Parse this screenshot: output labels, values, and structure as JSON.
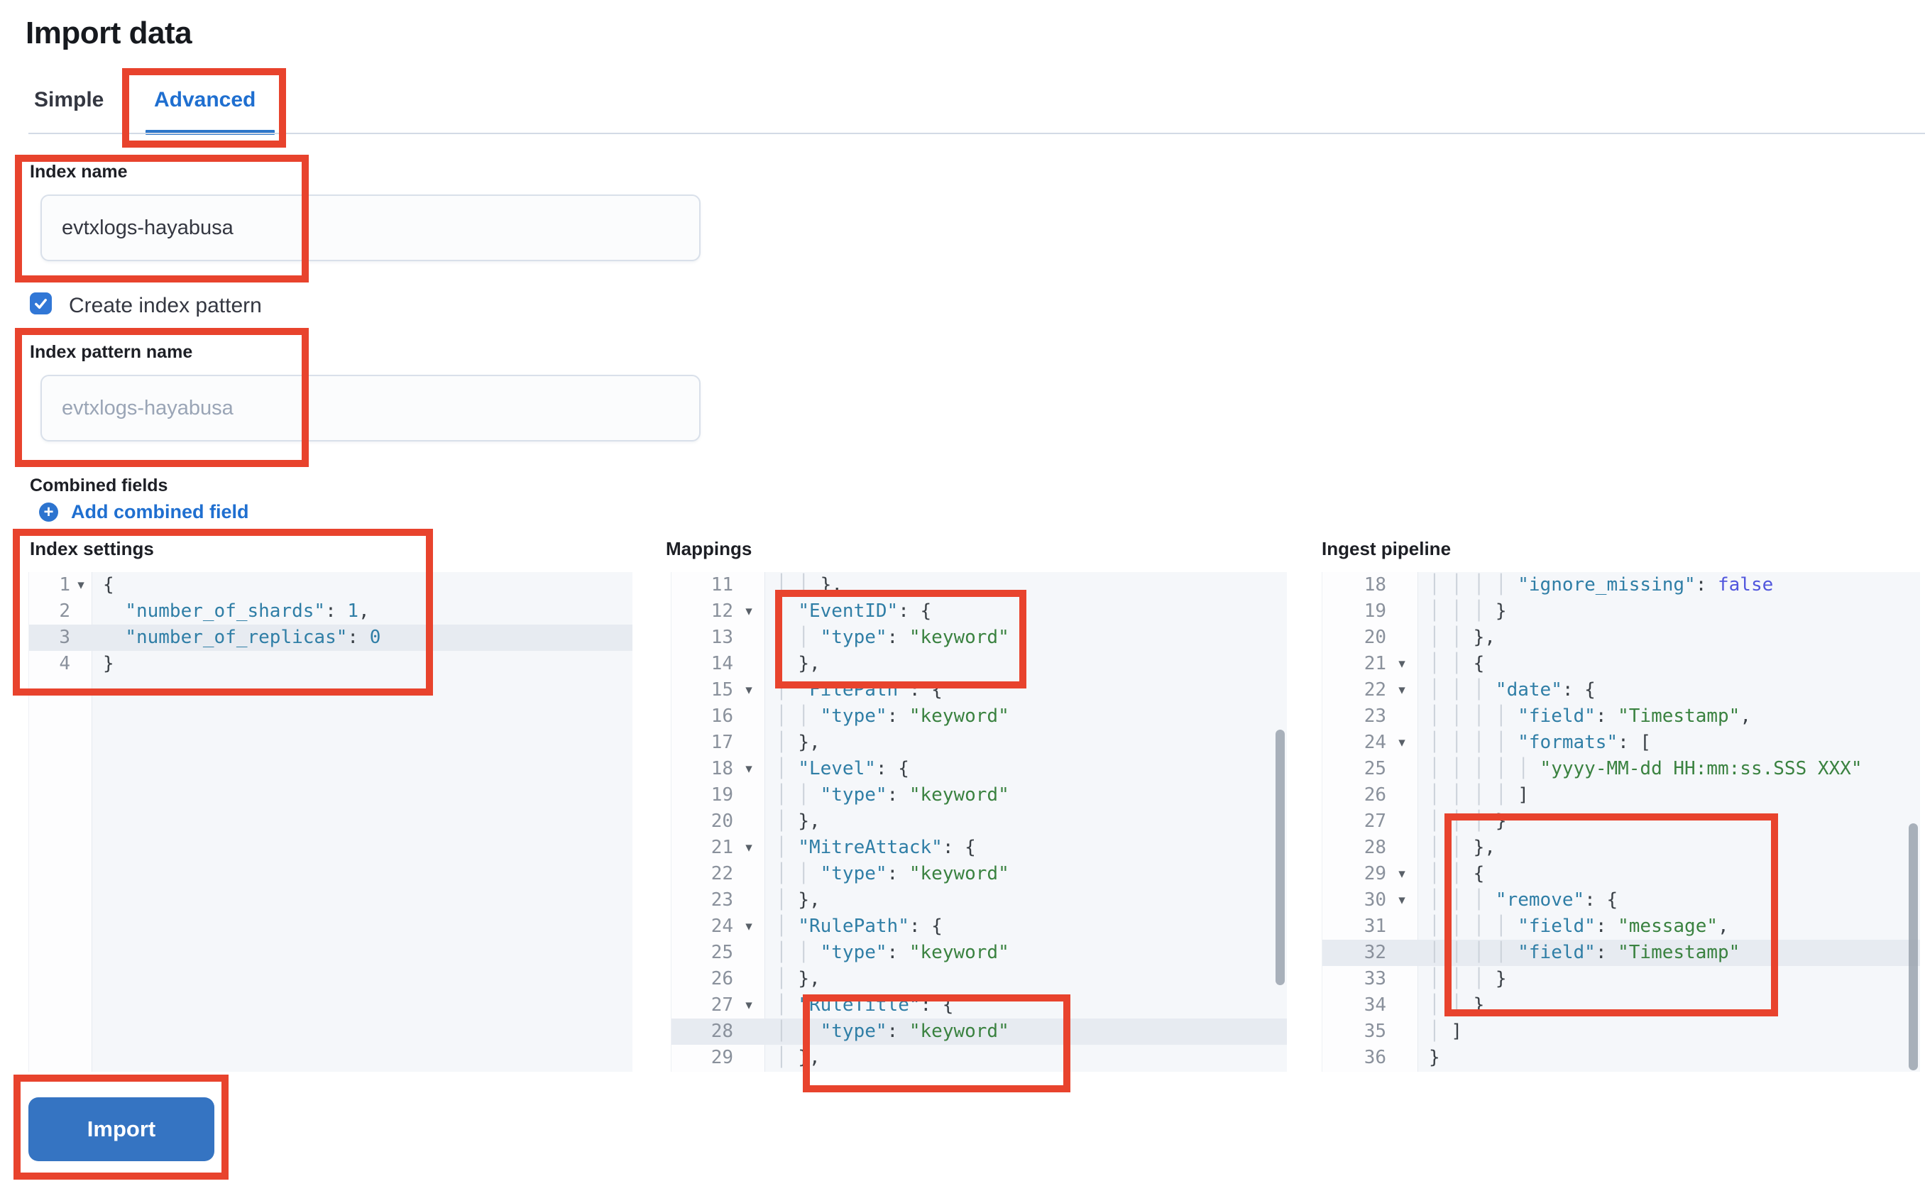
{
  "page": {
    "title": "Import data"
  },
  "tabs": [
    {
      "label": "Simple",
      "active": false
    },
    {
      "label": "Advanced",
      "active": true
    }
  ],
  "form": {
    "index_name": {
      "label": "Index name",
      "value": "evtxlogs-hayabusa"
    },
    "create_index_pattern": {
      "label": "Create index pattern",
      "checked": true
    },
    "index_pattern_name": {
      "label": "Index pattern name",
      "placeholder": "evtxlogs-hayabusa"
    },
    "combined_fields": {
      "label": "Combined fields",
      "add_label": "Add combined field"
    }
  },
  "colors": {
    "accent_blue": "#1f6fd0",
    "button_blue": "#3574c2",
    "checkbox_blue": "#3177d6",
    "annotation_red": "#e8432d",
    "syntax_key": "#2f7ea6",
    "syntax_string": "#3a8240",
    "syntax_boolean": "#5156dd",
    "editor_bg": "#f5f7fa",
    "highlight_row": "#e7ebf1"
  },
  "import_button": {
    "label": "Import"
  },
  "editors": [
    {
      "label": "Index settings",
      "lines": [
        {
          "n": "1",
          "fold": true,
          "hl": false,
          "segs": [
            [
              "p",
              "{"
            ]
          ]
        },
        {
          "n": "2",
          "fold": false,
          "hl": false,
          "segs": [
            [
              "p",
              "  "
            ],
            [
              "k",
              "\"number_of_shards\""
            ],
            [
              "p",
              ": "
            ],
            [
              "k",
              "1"
            ],
            [
              "p",
              ","
            ]
          ]
        },
        {
          "n": "3",
          "fold": false,
          "hl": true,
          "segs": [
            [
              "p",
              "  "
            ],
            [
              "k",
              "\"number_of_replicas\""
            ],
            [
              "p",
              ": "
            ],
            [
              "k",
              "0"
            ]
          ]
        },
        {
          "n": "4",
          "fold": false,
          "hl": false,
          "segs": [
            [
              "p",
              "}"
            ]
          ]
        }
      ]
    },
    {
      "label": "Mappings",
      "lines": [
        {
          "n": "11",
          "fold": false,
          "hl": false,
          "segs": [
            [
              "g",
              "│ │ "
            ],
            [
              "p",
              "},"
            ]
          ]
        },
        {
          "n": "12",
          "fold": true,
          "hl": false,
          "segs": [
            [
              "g",
              "│ "
            ],
            [
              "k",
              "\"EventID\""
            ],
            [
              "p",
              ": {"
            ]
          ]
        },
        {
          "n": "13",
          "fold": false,
          "hl": false,
          "segs": [
            [
              "g",
              "│ │ "
            ],
            [
              "k",
              "\"type\""
            ],
            [
              "p",
              ": "
            ],
            [
              "s",
              "\"keyword\""
            ]
          ]
        },
        {
          "n": "14",
          "fold": false,
          "hl": false,
          "segs": [
            [
              "g",
              "│ "
            ],
            [
              "p",
              "},"
            ]
          ]
        },
        {
          "n": "15",
          "fold": true,
          "hl": false,
          "segs": [
            [
              "g",
              "│ "
            ],
            [
              "k",
              "\"FilePath\""
            ],
            [
              "p",
              ": {"
            ]
          ]
        },
        {
          "n": "16",
          "fold": false,
          "hl": false,
          "segs": [
            [
              "g",
              "│ │ "
            ],
            [
              "k",
              "\"type\""
            ],
            [
              "p",
              ": "
            ],
            [
              "s",
              "\"keyword\""
            ]
          ]
        },
        {
          "n": "17",
          "fold": false,
          "hl": false,
          "segs": [
            [
              "g",
              "│ "
            ],
            [
              "p",
              "},"
            ]
          ]
        },
        {
          "n": "18",
          "fold": true,
          "hl": false,
          "segs": [
            [
              "g",
              "│ "
            ],
            [
              "k",
              "\"Level\""
            ],
            [
              "p",
              ": {"
            ]
          ]
        },
        {
          "n": "19",
          "fold": false,
          "hl": false,
          "segs": [
            [
              "g",
              "│ │ "
            ],
            [
              "k",
              "\"type\""
            ],
            [
              "p",
              ": "
            ],
            [
              "s",
              "\"keyword\""
            ]
          ]
        },
        {
          "n": "20",
          "fold": false,
          "hl": false,
          "segs": [
            [
              "g",
              "│ "
            ],
            [
              "p",
              "},"
            ]
          ]
        },
        {
          "n": "21",
          "fold": true,
          "hl": false,
          "segs": [
            [
              "g",
              "│ "
            ],
            [
              "k",
              "\"MitreAttack\""
            ],
            [
              "p",
              ": {"
            ]
          ]
        },
        {
          "n": "22",
          "fold": false,
          "hl": false,
          "segs": [
            [
              "g",
              "│ │ "
            ],
            [
              "k",
              "\"type\""
            ],
            [
              "p",
              ": "
            ],
            [
              "s",
              "\"keyword\""
            ]
          ]
        },
        {
          "n": "23",
          "fold": false,
          "hl": false,
          "segs": [
            [
              "g",
              "│ "
            ],
            [
              "p",
              "},"
            ]
          ]
        },
        {
          "n": "24",
          "fold": true,
          "hl": false,
          "segs": [
            [
              "g",
              "│ "
            ],
            [
              "k",
              "\"RulePath\""
            ],
            [
              "p",
              ": {"
            ]
          ]
        },
        {
          "n": "25",
          "fold": false,
          "hl": false,
          "segs": [
            [
              "g",
              "│ │ "
            ],
            [
              "k",
              "\"type\""
            ],
            [
              "p",
              ": "
            ],
            [
              "s",
              "\"keyword\""
            ]
          ]
        },
        {
          "n": "26",
          "fold": false,
          "hl": false,
          "segs": [
            [
              "g",
              "│ "
            ],
            [
              "p",
              "},"
            ]
          ]
        },
        {
          "n": "27",
          "fold": true,
          "hl": false,
          "segs": [
            [
              "g",
              "│ "
            ],
            [
              "k",
              "\"RuleTitle\""
            ],
            [
              "p",
              ": {"
            ]
          ]
        },
        {
          "n": "28",
          "fold": false,
          "hl": true,
          "segs": [
            [
              "g",
              "│ │ "
            ],
            [
              "k",
              "\"type\""
            ],
            [
              "p",
              ": "
            ],
            [
              "s",
              "\"keyword\""
            ]
          ]
        },
        {
          "n": "29",
          "fold": false,
          "hl": false,
          "segs": [
            [
              "g",
              "│ "
            ],
            [
              "p",
              "},"
            ]
          ]
        }
      ]
    },
    {
      "label": "Ingest pipeline",
      "lines": [
        {
          "n": "18",
          "fold": false,
          "hl": false,
          "segs": [
            [
              "g",
              "│ │ │ │ "
            ],
            [
              "k",
              "\"ignore_missing\""
            ],
            [
              "p",
              ": "
            ],
            [
              "b",
              "false"
            ]
          ]
        },
        {
          "n": "19",
          "fold": false,
          "hl": false,
          "segs": [
            [
              "g",
              "│ │ │ "
            ],
            [
              "p",
              "}"
            ]
          ]
        },
        {
          "n": "20",
          "fold": false,
          "hl": false,
          "segs": [
            [
              "g",
              "│ │ "
            ],
            [
              "p",
              "},"
            ]
          ]
        },
        {
          "n": "21",
          "fold": true,
          "hl": false,
          "segs": [
            [
              "g",
              "│ │ "
            ],
            [
              "p",
              "{"
            ]
          ]
        },
        {
          "n": "22",
          "fold": true,
          "hl": false,
          "segs": [
            [
              "g",
              "│ │ │ "
            ],
            [
              "k",
              "\"date\""
            ],
            [
              "p",
              ": {"
            ]
          ]
        },
        {
          "n": "23",
          "fold": false,
          "hl": false,
          "segs": [
            [
              "g",
              "│ │ │ │ "
            ],
            [
              "k",
              "\"field\""
            ],
            [
              "p",
              ": "
            ],
            [
              "s",
              "\"Timestamp\""
            ],
            [
              "p",
              ","
            ]
          ]
        },
        {
          "n": "24",
          "fold": true,
          "hl": false,
          "segs": [
            [
              "g",
              "│ │ │ │ "
            ],
            [
              "k",
              "\"formats\""
            ],
            [
              "p",
              ": ["
            ]
          ]
        },
        {
          "n": "25",
          "fold": false,
          "hl": false,
          "segs": [
            [
              "g",
              "│ │ │ │ │ "
            ],
            [
              "s",
              "\"yyyy-MM-dd HH:mm:ss.SSS XXX\""
            ]
          ]
        },
        {
          "n": "26",
          "fold": false,
          "hl": false,
          "segs": [
            [
              "g",
              "│ │ │ │ "
            ],
            [
              "p",
              "]"
            ]
          ]
        },
        {
          "n": "27",
          "fold": false,
          "hl": false,
          "segs": [
            [
              "g",
              "│ │ │ "
            ],
            [
              "p",
              "}"
            ]
          ]
        },
        {
          "n": "28",
          "fold": false,
          "hl": false,
          "segs": [
            [
              "g",
              "│ │ "
            ],
            [
              "p",
              "},"
            ]
          ]
        },
        {
          "n": "29",
          "fold": true,
          "hl": false,
          "segs": [
            [
              "g",
              "│ │ "
            ],
            [
              "p",
              "{"
            ]
          ]
        },
        {
          "n": "30",
          "fold": true,
          "hl": false,
          "segs": [
            [
              "g",
              "│ │ │ "
            ],
            [
              "k",
              "\"remove\""
            ],
            [
              "p",
              ": {"
            ]
          ]
        },
        {
          "n": "31",
          "fold": false,
          "hl": false,
          "segs": [
            [
              "g",
              "│ │ │ │ "
            ],
            [
              "k",
              "\"field\""
            ],
            [
              "p",
              ": "
            ],
            [
              "s",
              "\"message\""
            ],
            [
              "p",
              ","
            ]
          ]
        },
        {
          "n": "32",
          "fold": false,
          "hl": true,
          "segs": [
            [
              "g",
              "│ │ │ │ "
            ],
            [
              "k",
              "\"field\""
            ],
            [
              "p",
              ": "
            ],
            [
              "s",
              "\"Timestamp\""
            ]
          ]
        },
        {
          "n": "33",
          "fold": false,
          "hl": false,
          "segs": [
            [
              "g",
              "│ │ │ "
            ],
            [
              "p",
              "}"
            ]
          ]
        },
        {
          "n": "34",
          "fold": false,
          "hl": false,
          "segs": [
            [
              "g",
              "│ │ "
            ],
            [
              "p",
              "}"
            ]
          ]
        },
        {
          "n": "35",
          "fold": false,
          "hl": false,
          "segs": [
            [
              "g",
              "│ "
            ],
            [
              "p",
              "]"
            ]
          ]
        },
        {
          "n": "36",
          "fold": false,
          "hl": false,
          "segs": [
            [
              "p",
              "}"
            ]
          ]
        }
      ]
    }
  ]
}
